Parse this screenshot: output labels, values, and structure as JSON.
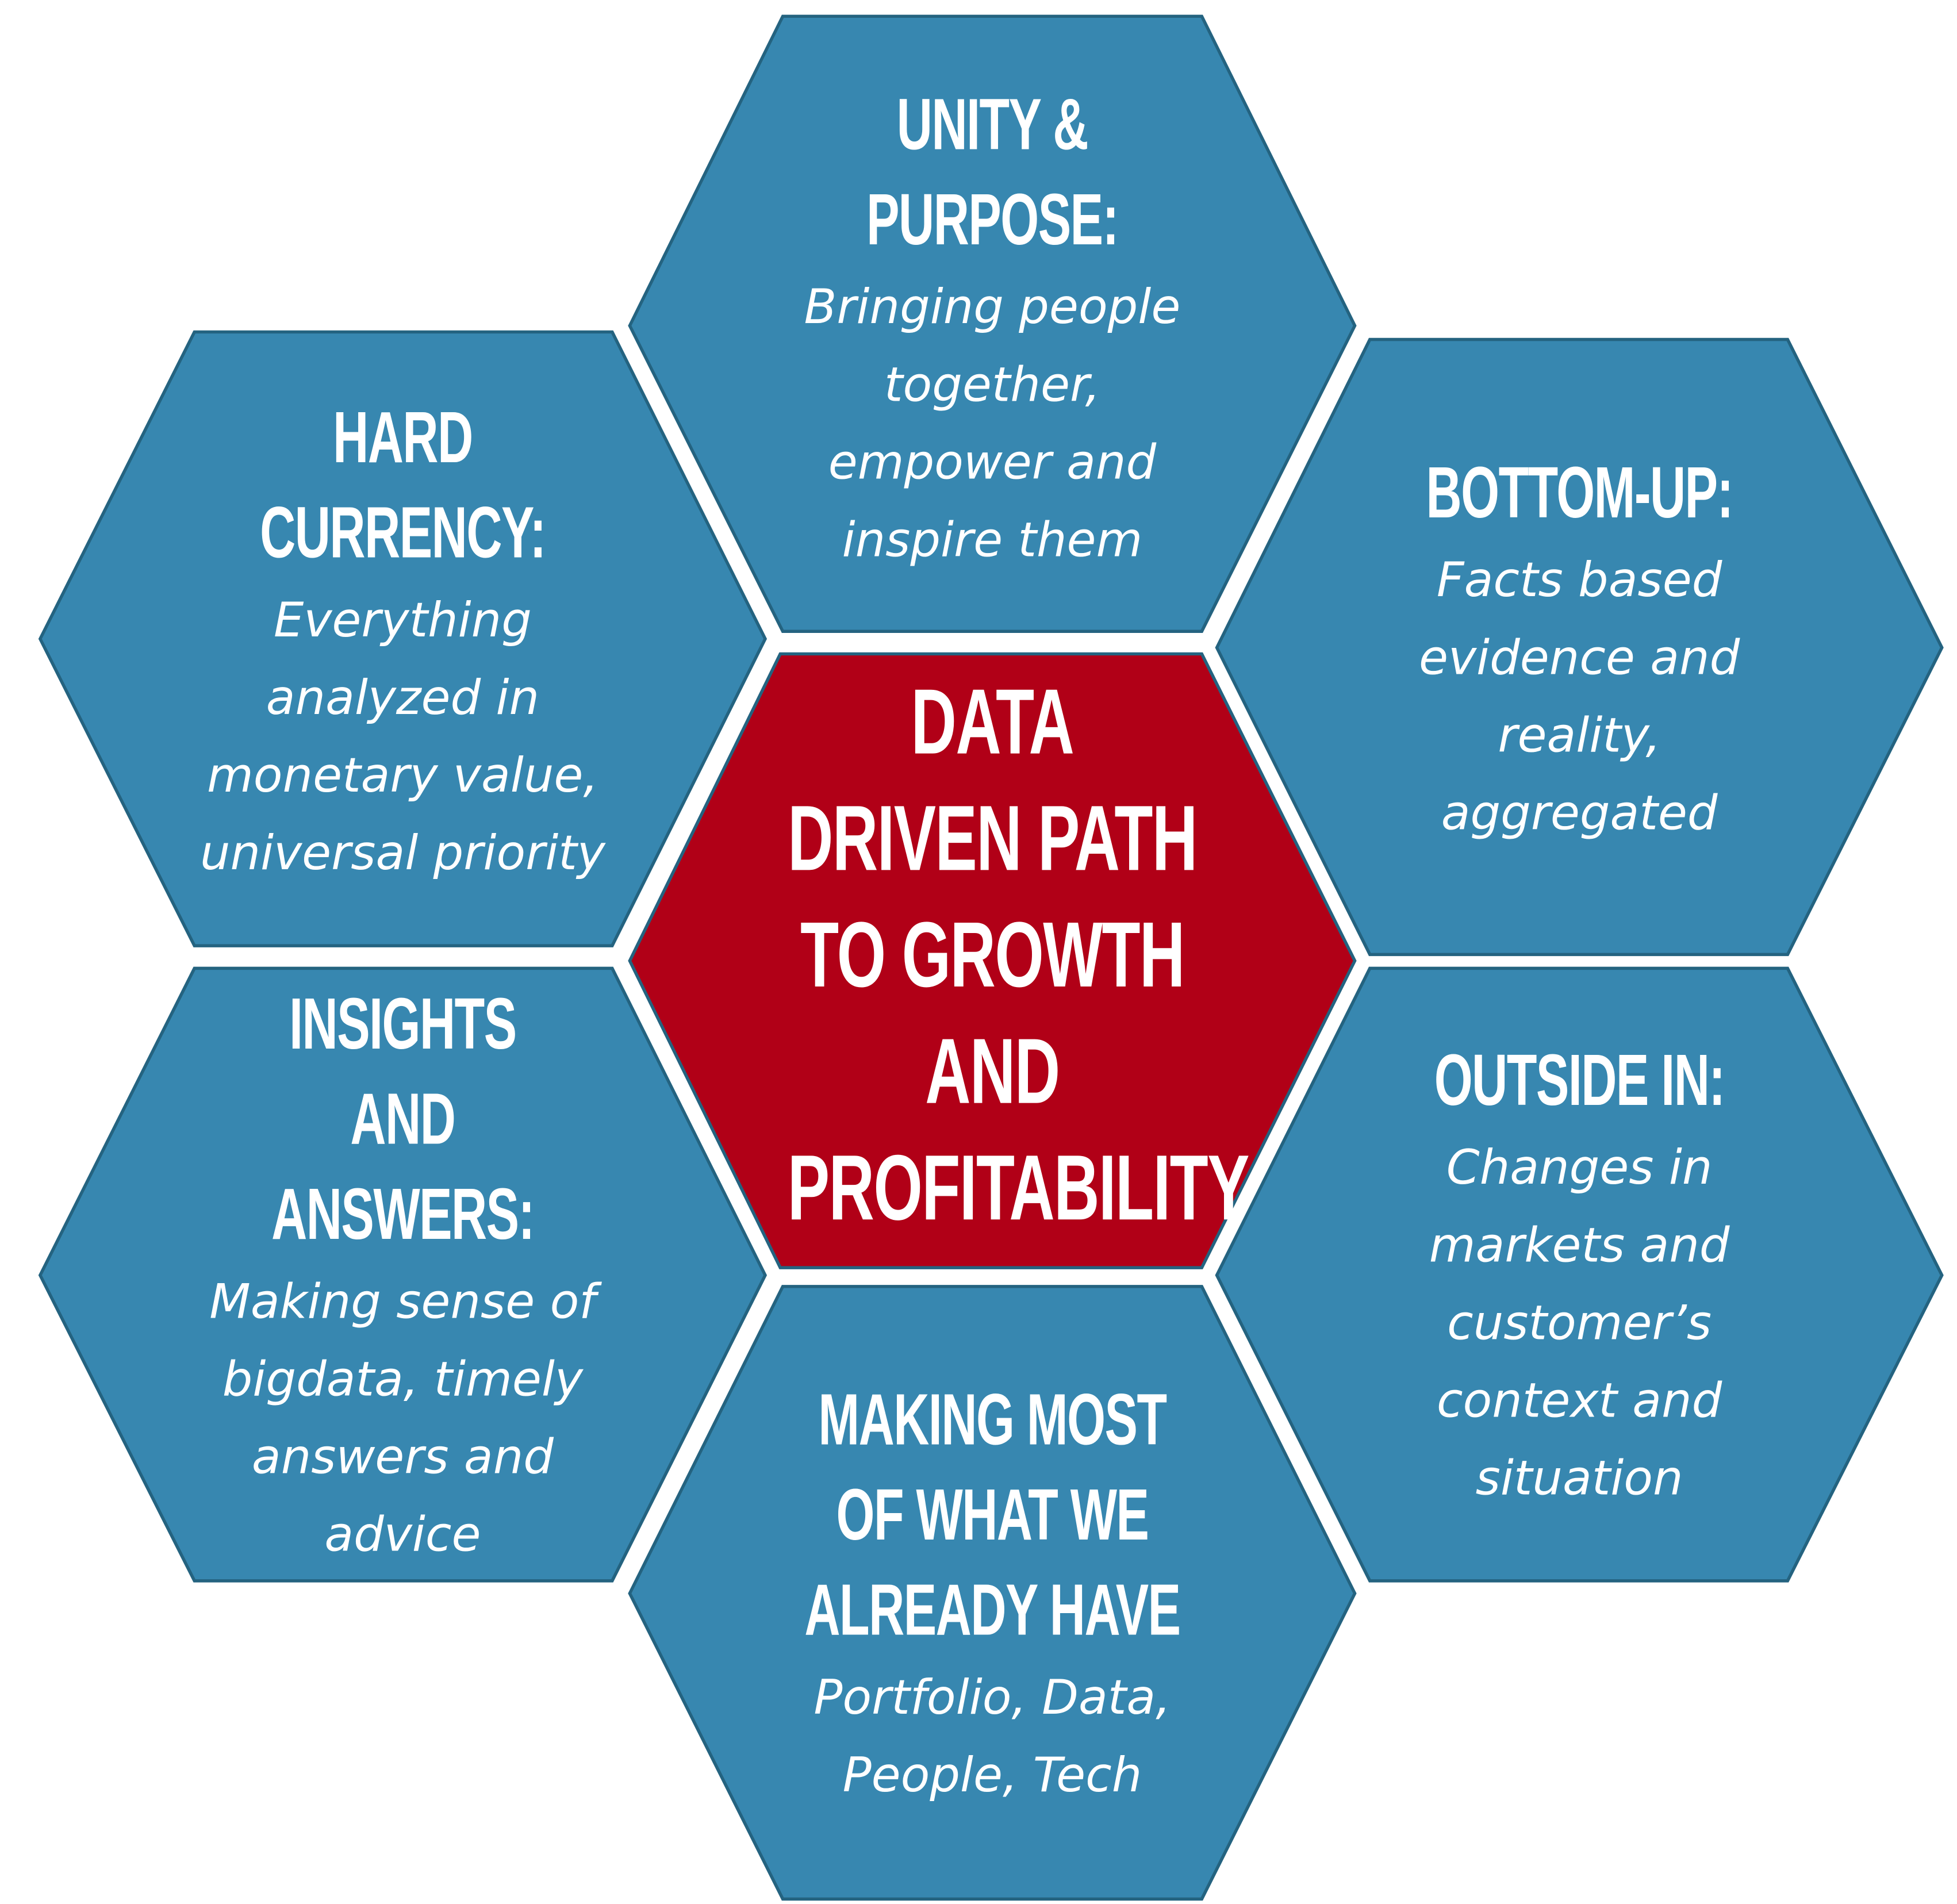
{
  "colors": {
    "hex_fill": "#3787B0",
    "center_fill": "#B10017",
    "outline": "#246380"
  },
  "center": {
    "title": "DATA DRIVEN PATH TO GROWTH AND PROFITABILITY"
  },
  "cells": {
    "top": {
      "title": "UNITY & PURPOSE:",
      "body": "Bringing people together, empower and inspire them"
    },
    "upper_left": {
      "title": "HARD CURRENCY:",
      "body": "Everything analyzed in monetary value, universal priority"
    },
    "upper_right": {
      "title": "BOTTOM-UP:",
      "body": "Facts based evidence and reality, aggregated"
    },
    "lower_left": {
      "title": "INSIGHTS AND ANSWERS:",
      "body": "Making sense of bigdata, timely answers and advice"
    },
    "lower_right": {
      "title": "OUTSIDE IN:",
      "body": "Changes in markets and customer’s context and situation"
    },
    "bottom": {
      "title": "MAKING MOST OF WHAT WE ALREADY HAVE",
      "body": "Portfolio, Data, People, Tech"
    }
  }
}
